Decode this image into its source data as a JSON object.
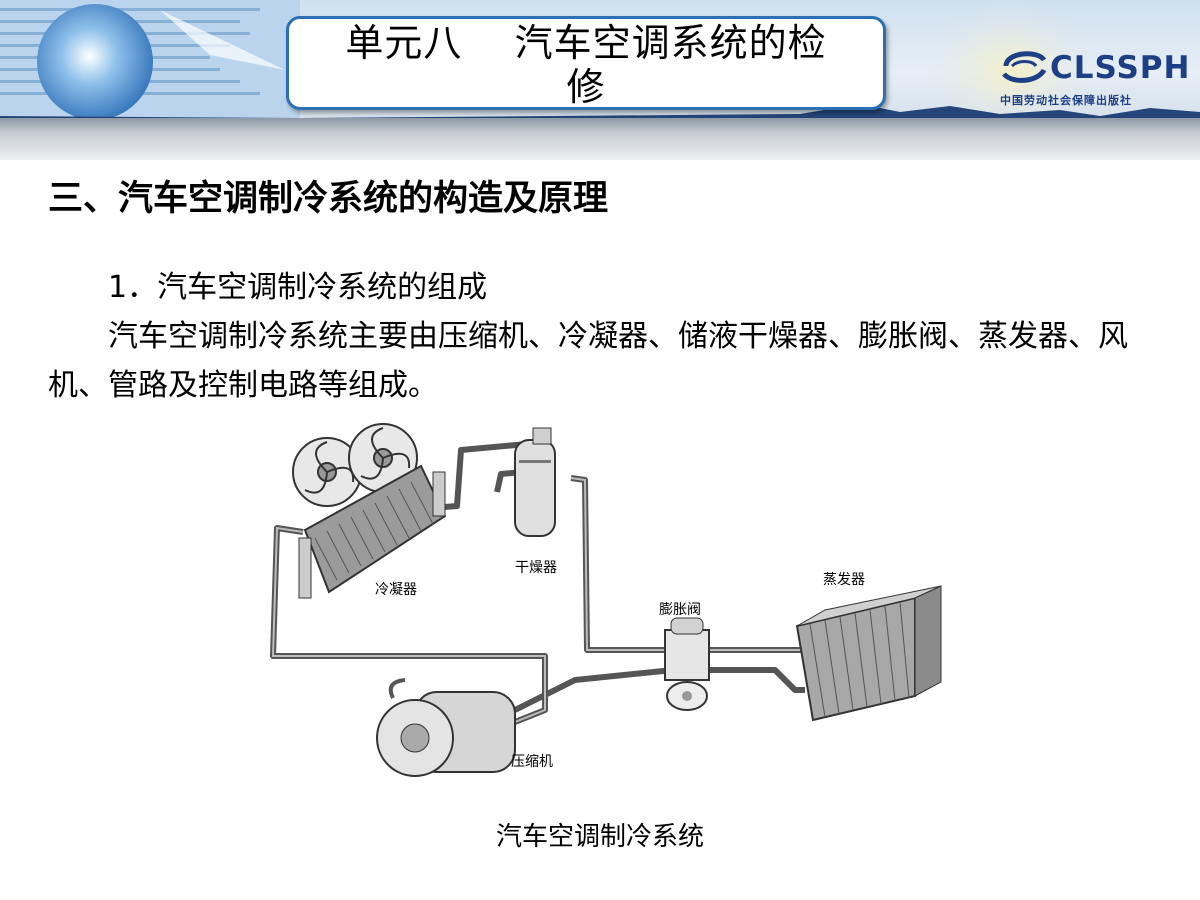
{
  "header": {
    "title": "单元八    汽车空调系统的检\n修",
    "publisher_logo": "CLSSPH",
    "publisher_name": "中国劳动社会保障出版社"
  },
  "content": {
    "heading": "三、汽车空调制冷系统的构造及原理",
    "subheading": "1．汽车空调制冷系统的组成",
    "paragraph": "汽车空调制冷系统主要由压缩机、冷凝器、储液干燥器、膨胀阀、蒸发器、风机、管路及控制电路等组成。"
  },
  "diagram": {
    "labels": {
      "condenser": "冷凝器",
      "dryer": "干燥器",
      "evaporator": "蒸发器",
      "expansion_valve": "膨胀阀",
      "compressor": "压缩机"
    },
    "caption": "汽车空调制冷系统"
  }
}
